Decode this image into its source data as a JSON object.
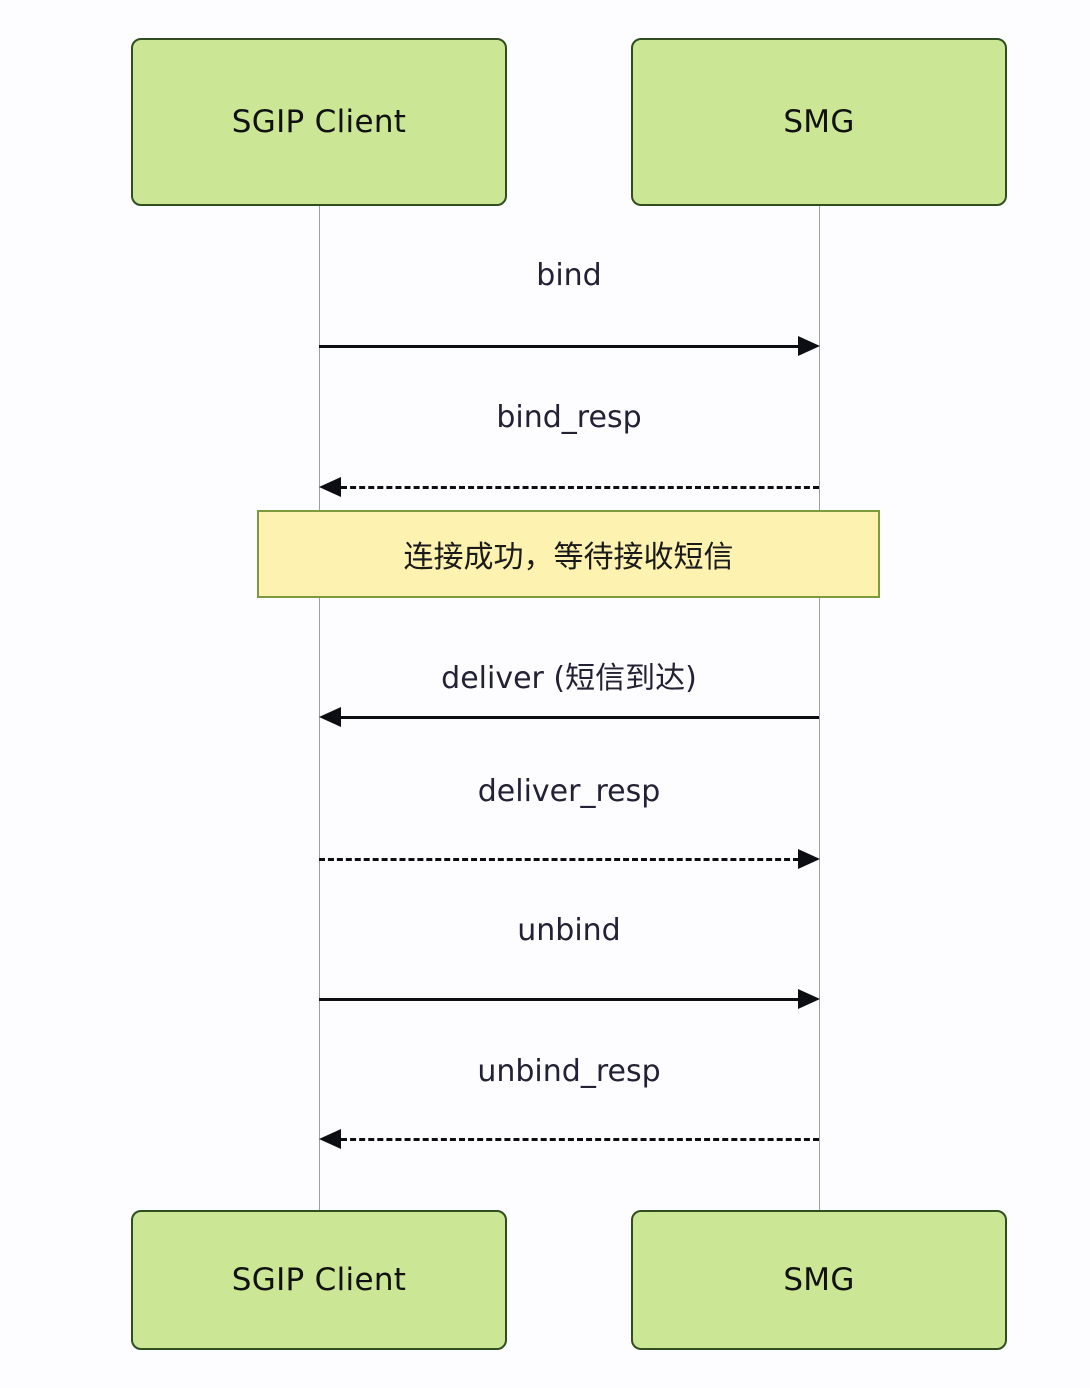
{
  "diagram": {
    "type": "sequence-diagram",
    "background_color": "#fdfdff",
    "participant_fill": "#cbe695",
    "participant_border": "#2f4f1e",
    "note_fill": "#fdf2b0",
    "note_border": "#7c9a3e",
    "line_color": "#0d0d14",
    "lifeline_color": "#9aa0a6"
  },
  "participants": [
    {
      "id": "client",
      "label": "SGIP Client"
    },
    {
      "id": "smg",
      "label": "SMG"
    }
  ],
  "participants_bottom": [
    {
      "id": "client",
      "label": "SGIP Client"
    },
    {
      "id": "smg",
      "label": "SMG"
    }
  ],
  "notes": [
    {
      "id": "note-connected",
      "text": "连接成功，等待接收短信"
    }
  ],
  "messages": [
    {
      "id": "bind",
      "label": "bind",
      "from": "client",
      "to": "smg",
      "direction": "right",
      "style": "solid"
    },
    {
      "id": "bind_resp",
      "label": "bind_resp",
      "from": "smg",
      "to": "client",
      "direction": "left",
      "style": "dashed"
    },
    {
      "id": "deliver",
      "label": "deliver (短信到达)",
      "from": "smg",
      "to": "client",
      "direction": "left",
      "style": "solid"
    },
    {
      "id": "deliver_resp",
      "label": "deliver_resp",
      "from": "client",
      "to": "smg",
      "direction": "right",
      "style": "dashed"
    },
    {
      "id": "unbind",
      "label": "unbind",
      "from": "client",
      "to": "smg",
      "direction": "right",
      "style": "solid"
    },
    {
      "id": "unbind_resp",
      "label": "unbind_resp",
      "from": "smg",
      "to": "client",
      "direction": "left",
      "style": "dashed"
    }
  ]
}
